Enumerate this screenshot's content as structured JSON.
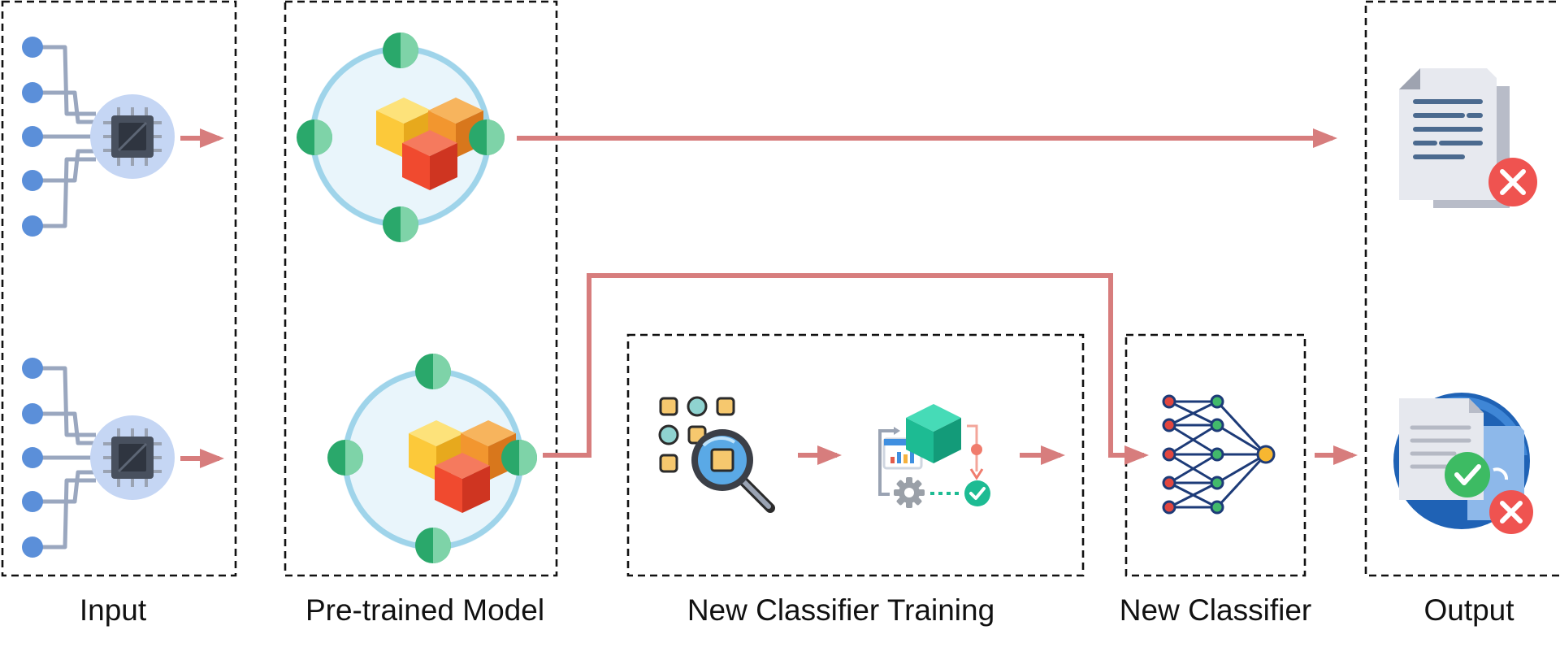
{
  "labels": {
    "input": "Input",
    "pretrained": "Pre-trained Model",
    "training": "New Classifier Training",
    "classifier": "New Classifier",
    "output": "Output"
  },
  "colors": {
    "flow_arrow": "#d77d7d",
    "input_node": "#5b8fd9",
    "chip_halo": "#c5d6f4",
    "model_node": "#2aa86b",
    "model_ring": "#9fd4ea",
    "cube_yellow": "#fcc93a",
    "cube_orange": "#f2962f",
    "cube_red": "#f04a2f",
    "network_line": "#1d3b78",
    "network_in_node": "#e2463f",
    "network_mid_node": "#42b96b",
    "network_out_node": "#f7b731",
    "reject_badge": "#ef5350",
    "accept_badge": "#3dbb63",
    "output_disc": "#1f62b5"
  },
  "icons": {
    "input_top": "chip-with-input-lines-icon",
    "input_bottom": "chip-with-input-lines-icon",
    "model_top": "cube-model-ring-icon",
    "model_bottom": "cube-model-ring-icon",
    "feature_search": "feature-search-magnifier-icon",
    "training_pipeline": "training-pipeline-icon",
    "neural_network": "neural-network-icon",
    "output_rejected": "document-rejected-icon",
    "output_mixed": "documents-accepted-rejected-icon"
  }
}
